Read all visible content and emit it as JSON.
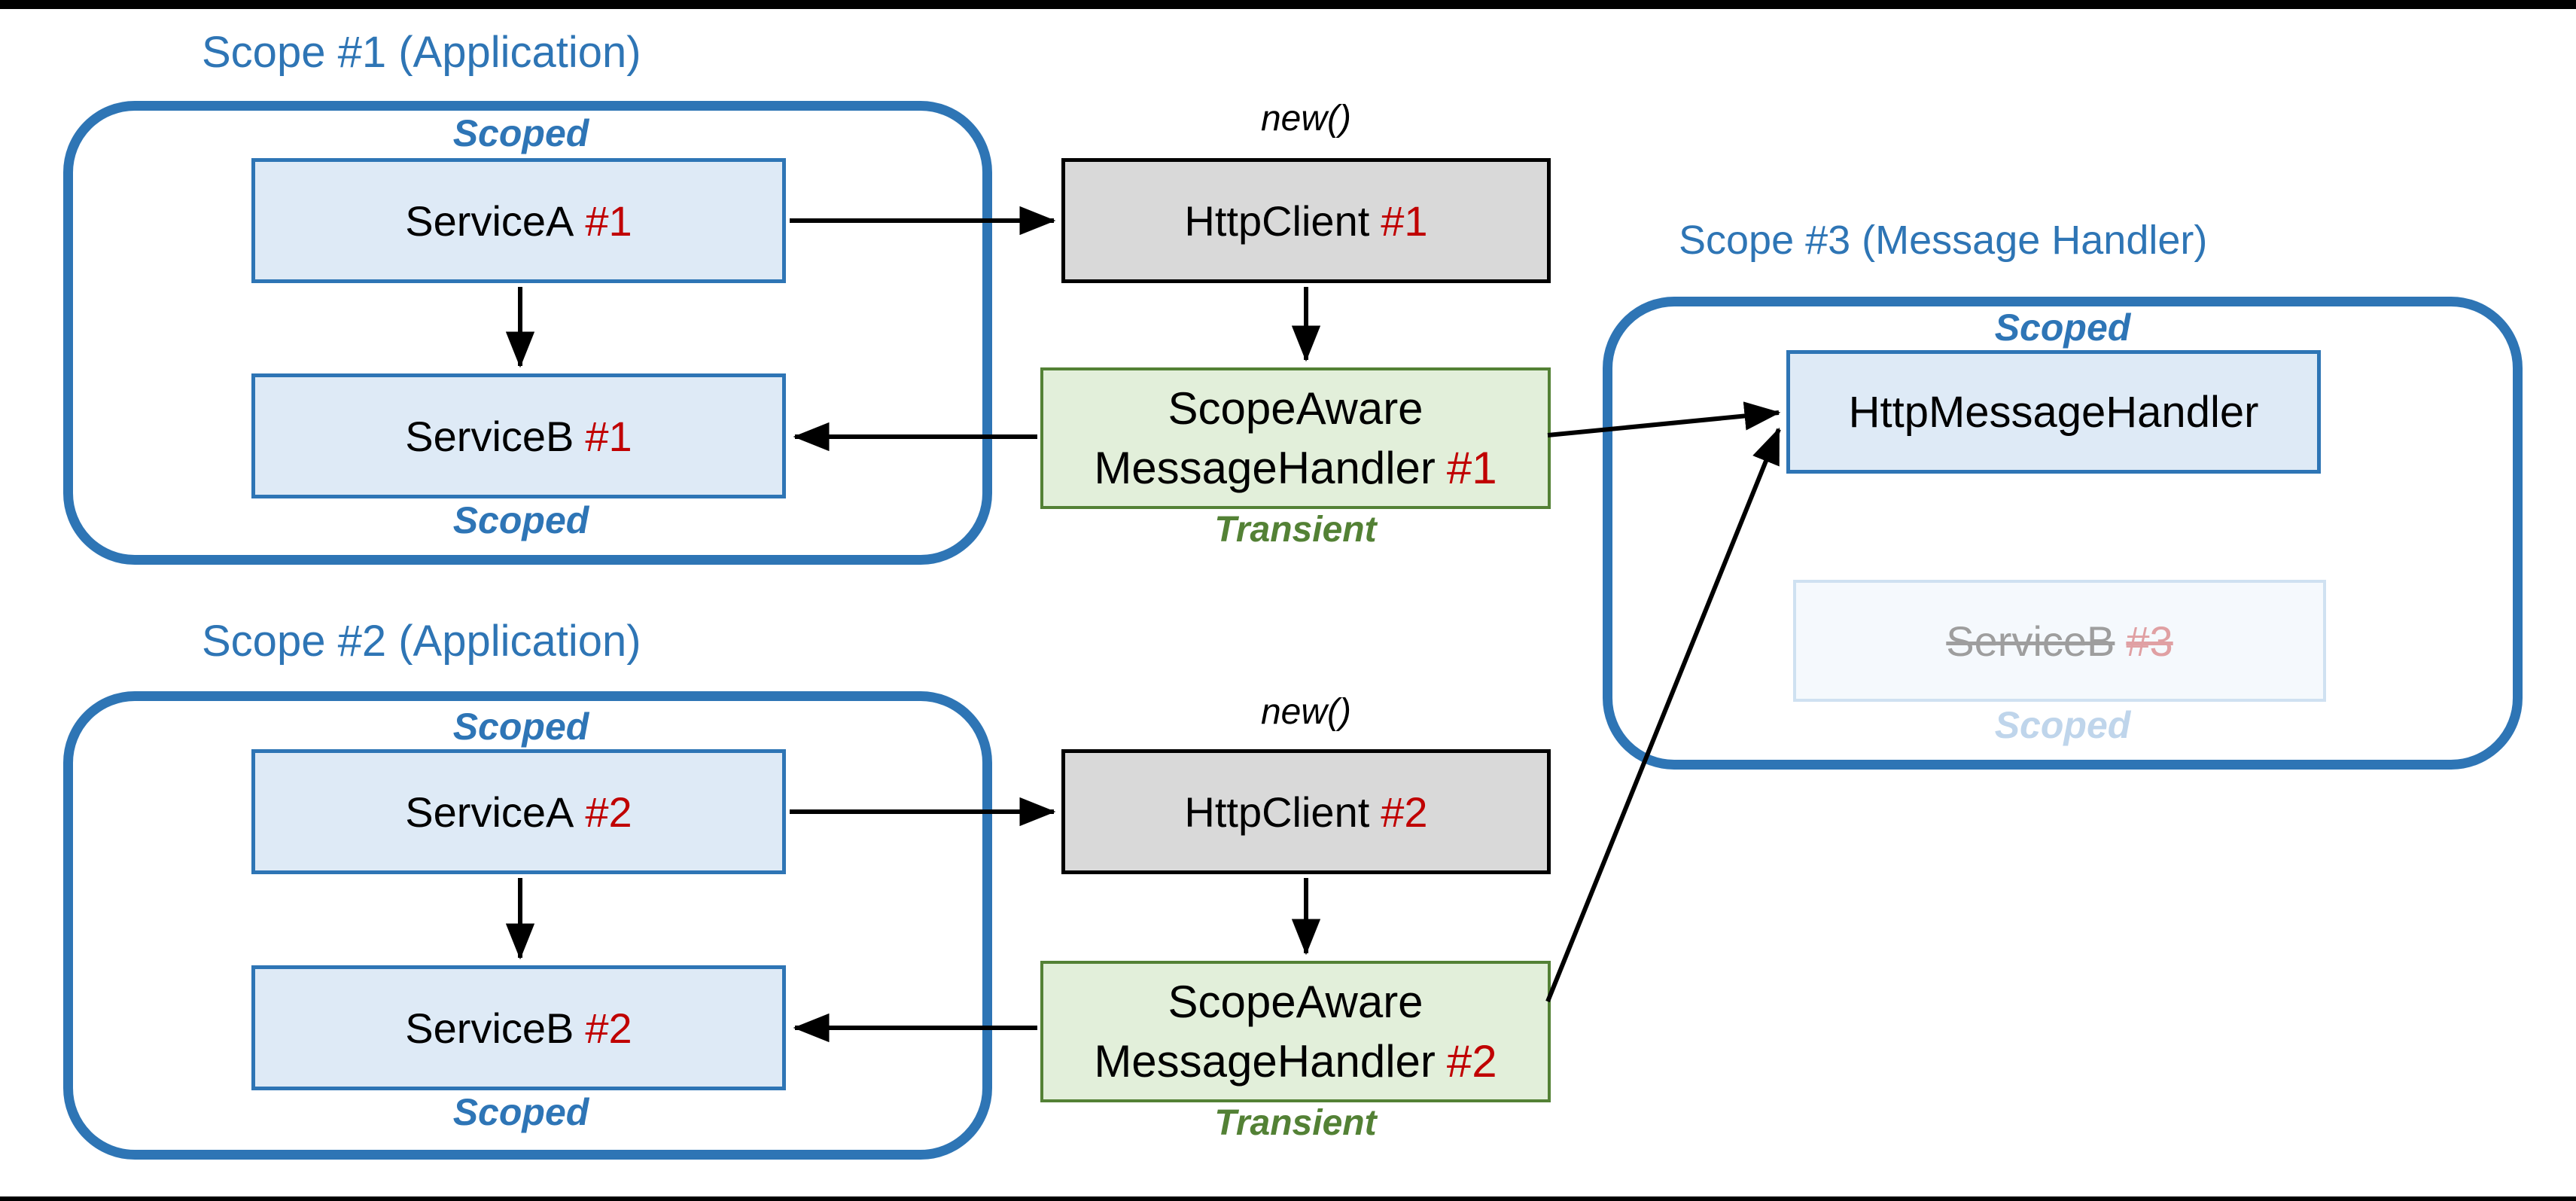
{
  "scopes": {
    "scope1": {
      "title": "Scope #1 (Application)",
      "scoped_top": "Scoped",
      "scoped_bottom": "Scoped"
    },
    "scope2": {
      "title": "Scope #2 (Application)",
      "scoped_top": "Scoped",
      "scoped_bottom": "Scoped"
    },
    "scope3": {
      "title": "Scope #3 (Message Handler)",
      "scoped_top": "Scoped",
      "scoped_bottom": "Scoped"
    }
  },
  "nodes": {
    "servicea1": {
      "name": "ServiceA",
      "instance": "#1"
    },
    "serviceb1": {
      "name": "ServiceB",
      "instance": "#1"
    },
    "httpclient1": {
      "name": "HttpClient",
      "instance": "#1",
      "annotation": "new()"
    },
    "handler1": {
      "line1": "ScopeAware",
      "line2": "MessageHandler",
      "instance": "#1",
      "lifetime": "Transient"
    },
    "servicea2": {
      "name": "ServiceA",
      "instance": "#2"
    },
    "serviceb2": {
      "name": "ServiceB",
      "instance": "#2"
    },
    "httpclient2": {
      "name": "HttpClient",
      "instance": "#2",
      "annotation": "new()"
    },
    "handler2": {
      "line1": "ScopeAware",
      "line2": "MessageHandler",
      "instance": "#2",
      "lifetime": "Transient"
    },
    "httpmessagehandler": {
      "name": "HttpMessageHandler"
    },
    "serviceb3": {
      "name": "ServiceB",
      "instance": "#3",
      "state": "disposed-strikethrough"
    }
  },
  "edges": [
    {
      "from": "ServiceA #1",
      "to": "HttpClient #1"
    },
    {
      "from": "ServiceA #1",
      "to": "ServiceB #1"
    },
    {
      "from": "HttpClient #1",
      "to": "ScopeAware MessageHandler #1"
    },
    {
      "from": "ScopeAware MessageHandler #1",
      "to": "ServiceB #1"
    },
    {
      "from": "ScopeAware MessageHandler #1",
      "to": "HttpMessageHandler"
    },
    {
      "from": "ServiceA #2",
      "to": "HttpClient #2"
    },
    {
      "from": "ServiceA #2",
      "to": "ServiceB #2"
    },
    {
      "from": "HttpClient #2",
      "to": "ScopeAware MessageHandler #2"
    },
    {
      "from": "ScopeAware MessageHandler #2",
      "to": "ServiceB #2"
    },
    {
      "from": "ScopeAware MessageHandler #2",
      "to": "HttpMessageHandler"
    }
  ],
  "colors": {
    "scope_blue": "#2E75B5",
    "box_blue_fill": "#DEEAF6",
    "gray_fill": "#D9D9D9",
    "green_fill": "#E2EFDA",
    "green_border": "#538135",
    "instance_red": "#C00000",
    "faded_fill": "#F5F9FD",
    "faded_border": "#CFE1F1",
    "faded_text": "#9E9E9E",
    "faded_red": "#E0A0A3",
    "faded_blue": "#BFD5EB",
    "arrow_black": "#000000"
  }
}
